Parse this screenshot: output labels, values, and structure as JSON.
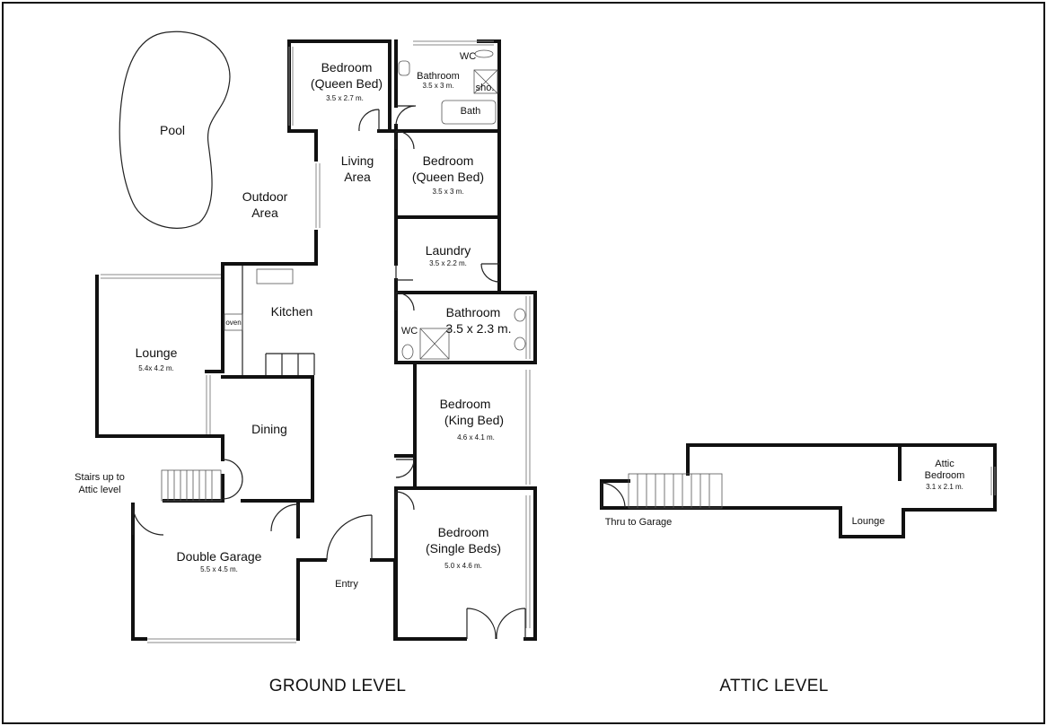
{
  "ground": {
    "title": "GROUND LEVEL",
    "pool": "Pool",
    "outdoor": [
      "Outdoor",
      "Area"
    ],
    "living": [
      "Living",
      "Area"
    ],
    "bed1": {
      "name": [
        "Bedroom",
        "(Queen Bed)"
      ],
      "size": "3.5 x 2.7 m."
    },
    "bath1": {
      "name": "Bathroom",
      "size": "3.5 x 3 m.",
      "wc": "WC",
      "shower": "sho.",
      "bath": "Bath"
    },
    "bed2": {
      "name": [
        "Bedroom",
        "(Queen Bed)"
      ],
      "size": "3.5 x 3 m."
    },
    "laundry": {
      "name": "Laundry",
      "size": "3.5 x 2.2 m."
    },
    "bath2": {
      "name": "Bathroom",
      "size": "3.5 x 2.3 m.",
      "wc": "WC"
    },
    "kitchen": {
      "name": "Kitchen",
      "oven": "oven"
    },
    "lounge": {
      "name": "Lounge",
      "size": "5.4x 4.2 m."
    },
    "dining": "Dining",
    "stairs": [
      "Stairs up to",
      "Attic level"
    ],
    "bed_king": {
      "name": [
        "Bedroom",
        "(King Bed)"
      ],
      "size": "4.6 x 4.1 m."
    },
    "bed_single": {
      "name": [
        "Bedroom",
        "(Single Beds)"
      ],
      "size": "5.0 x 4.6 m."
    },
    "garage": {
      "name": "Double Garage",
      "size": "5.5 x 4.5 m."
    },
    "entry": "Entry"
  },
  "attic": {
    "title": "ATTIC LEVEL",
    "bedroom": {
      "name": [
        "Attic",
        "Bedroom"
      ],
      "size": "3.1 x 2.1 m."
    },
    "lounge": "Lounge",
    "garage_link": "Thru to Garage"
  }
}
